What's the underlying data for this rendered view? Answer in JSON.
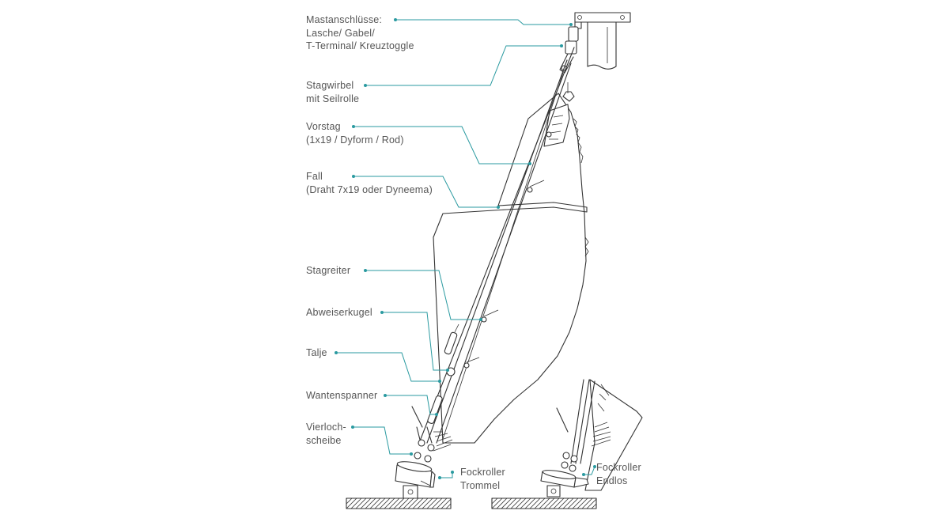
{
  "labels": {
    "mast_fittings": [
      "Mastanschlüsse:",
      "Lasche/ Gabel/",
      "T-Terminal/ Kreuztoggle"
    ],
    "swivel": [
      "Stagwirbel",
      "mit Seilrolle"
    ],
    "forestay": [
      "Vorstag",
      "(1x19 / Dyform / Rod)"
    ],
    "halyard": [
      "Fall",
      "(Draht 7x19 oder Dyneema)"
    ],
    "hank": [
      "Stagreiter"
    ],
    "deflector_ball": [
      "Abweiserkugel"
    ],
    "tackle": [
      "Talje"
    ],
    "turnbuckle": [
      "Wantenspanner"
    ],
    "four_hole_plate": [
      "Vierloch-",
      "scheibe"
    ],
    "furler_drum": [
      "Fockroller",
      "Trommel"
    ],
    "furler_endless": [
      "Fockroller",
      "Endlos"
    ]
  },
  "colors": {
    "leader": "#2a9aa0",
    "ink": "#333333",
    "text": "#555555"
  }
}
